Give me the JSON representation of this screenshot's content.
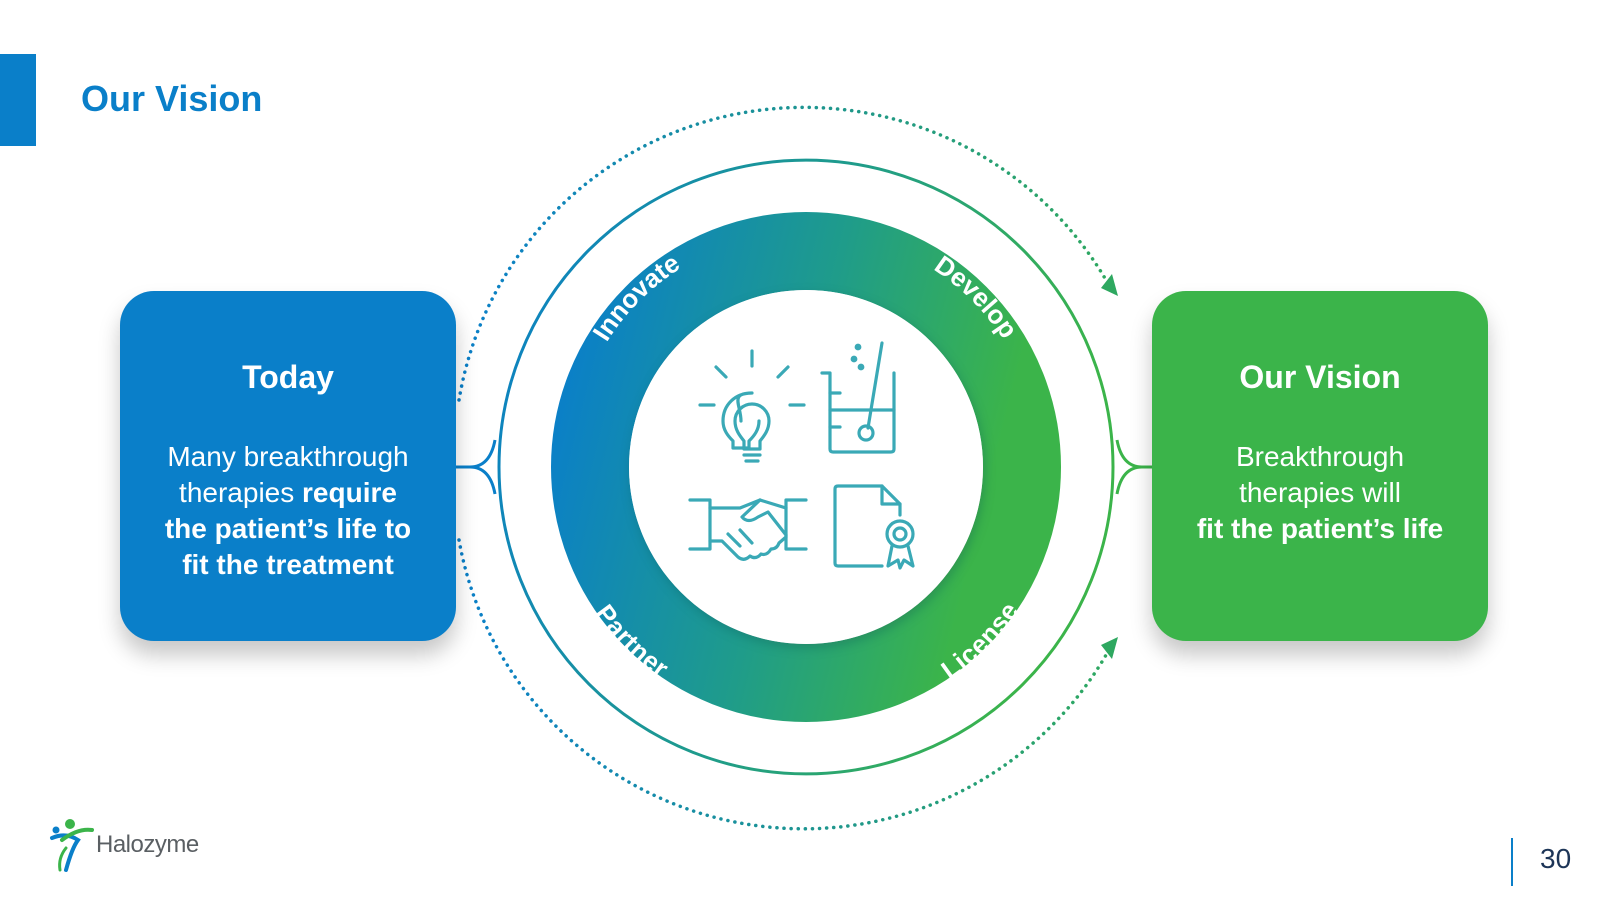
{
  "page": {
    "title": "Our Vision",
    "page_number": "30"
  },
  "today_card": {
    "heading": "Today",
    "body_line1": "Many breakthrough",
    "body_line2_plain": "therapies ",
    "body_line2_bold": "require",
    "body_line3_bold": "the patient’s life to",
    "body_line4_bold": "fit the treatment"
  },
  "vision_card": {
    "heading": "Our Vision",
    "body_line1": "Breakthrough",
    "body_line2": "therapies will",
    "body_line3_bold": "fit the patient’s life"
  },
  "cycle": {
    "segments": [
      "Innovate",
      "Develop",
      "Partner",
      "License"
    ],
    "icons": [
      "lightbulb-icon",
      "beaker-icon",
      "handshake-icon",
      "certificate-document-icon"
    ]
  },
  "logo": {
    "text": "Halozyme"
  },
  "colors": {
    "brand_blue": "#0a7fc9",
    "brand_green": "#3bb44a",
    "ring_teal": "#1f9c8a",
    "icon_teal": "#3aa9b6",
    "page_number": "#1d3557"
  }
}
